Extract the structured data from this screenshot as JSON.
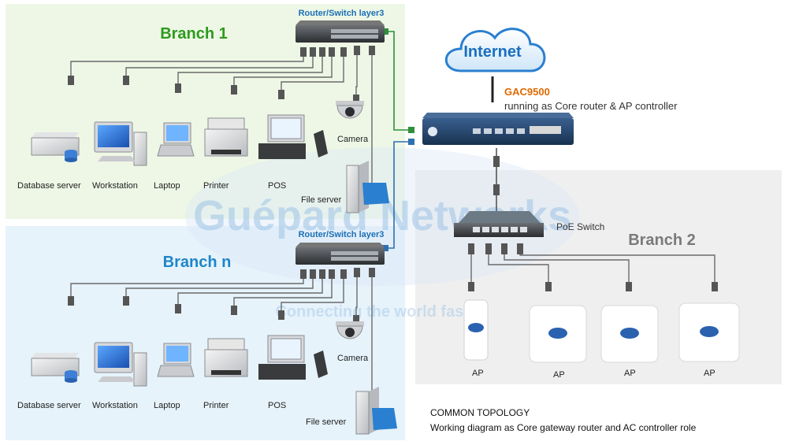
{
  "colors": {
    "branch1_bg": "#eef7e6",
    "branchn_bg": "#e6f3fb",
    "branch2_bg": "#efefef",
    "branch1_title": "#2e9a1d",
    "branchn_title": "#1e86c8",
    "branch2_title": "#7a7a7a",
    "core_name": "#e06a00",
    "router_label": "#1b6fb5",
    "link_green": "#2f8f3a",
    "link_blue": "#2d6fb0",
    "watermark": "#9ec4e6"
  },
  "internet": {
    "label": "Internet"
  },
  "core": {
    "name": "GAC9500",
    "role": "running as Core router & AP controller"
  },
  "branch1": {
    "title": "Branch 1",
    "router_label": "Router/Switch layer3",
    "devices": [
      "Database server",
      "Workstation",
      "Laptop",
      "Printer",
      "POS"
    ],
    "camera": "Camera",
    "file_server": "File server"
  },
  "branchn": {
    "title": "Branch n",
    "router_label": "Router/Switch layer3",
    "devices": [
      "Database server",
      "Workstation",
      "Laptop",
      "Printer",
      "POS"
    ],
    "camera": "Camera",
    "file_server": "File server"
  },
  "branch2": {
    "title": "Branch 2",
    "poe_label": "PoE Switch",
    "aps": [
      "AP",
      "AP",
      "AP",
      "AP"
    ]
  },
  "watermark": {
    "brand": "Guépard Networks",
    "slogan": "Connecting the world faster!"
  },
  "footer": {
    "title": "COMMON TOPOLOGY",
    "subtitle": "Working diagram as Core gateway router and AC controller role"
  }
}
